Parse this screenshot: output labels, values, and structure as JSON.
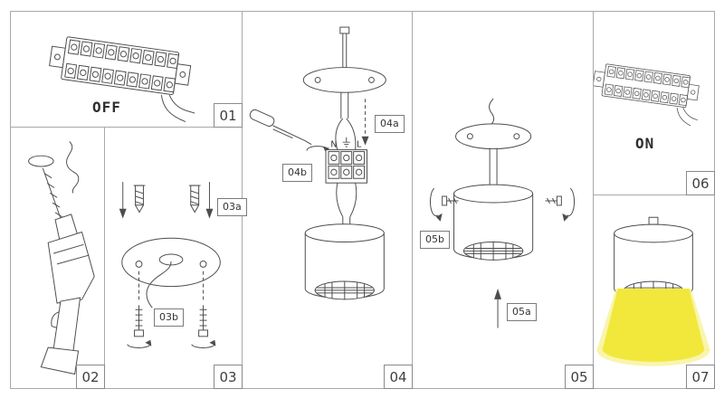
{
  "title": "Downlight installation instruction diagram",
  "colors": {
    "line": "#4d4d4d",
    "panel_border": "#a9a9a9",
    "beam_yellow": "#f1e83b",
    "beam_glow": "#f8f3a0"
  },
  "panels": {
    "p01": {
      "number": "01",
      "label": "OFF"
    },
    "p02": {
      "number": "02"
    },
    "p03": {
      "number": "03",
      "tag_a": "03a",
      "tag_b": "03b"
    },
    "p04": {
      "number": "04",
      "tag_a": "04a",
      "tag_b": "04b",
      "terminal": {
        "neutral": "N",
        "live": "L"
      }
    },
    "p05": {
      "number": "05",
      "tag_a": "05a",
      "tag_b": "05b"
    },
    "p06": {
      "number": "06",
      "label": "ON"
    },
    "p07": {
      "number": "07"
    }
  }
}
